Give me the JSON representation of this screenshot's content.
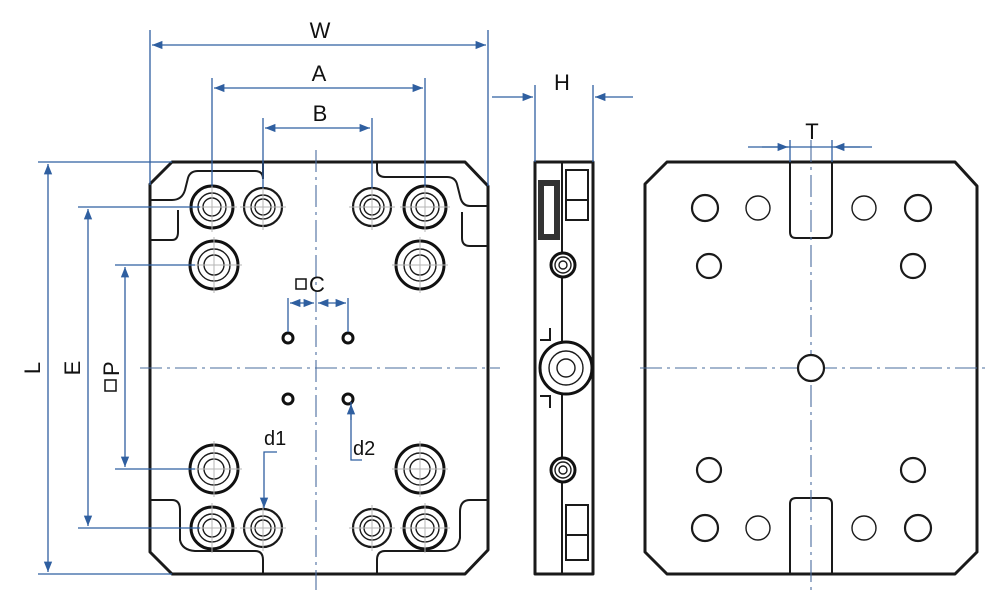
{
  "labels": {
    "W": "W",
    "A": "A",
    "B": "B",
    "H": "H",
    "T": "T",
    "L": "L",
    "E": "E",
    "P": "P",
    "C": "C",
    "d1": "d1",
    "d2": "d2"
  },
  "colors": {
    "dimension": "#2f5fa0",
    "outline": "#1a1a1a"
  }
}
